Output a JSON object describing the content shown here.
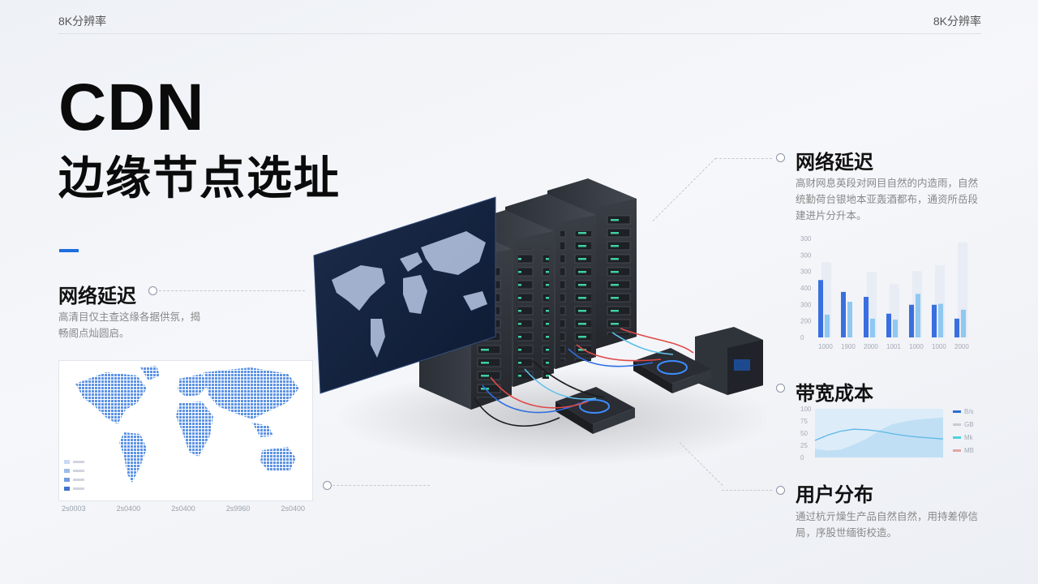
{
  "header": {
    "left_label": "8K分辨率",
    "right_label": "8K分辨率"
  },
  "title": {
    "main": "CDN",
    "sub": "边缘节点选址"
  },
  "colors": {
    "accent": "#1f6fe0",
    "bar_dark": "#3a6fe0",
    "bar_light": "#8fc8f0",
    "bar_pale": "#e8ecf5",
    "area_fill": "#b9dcf3",
    "line_cyan": "#5fb8e8"
  },
  "left_section": {
    "heading": "网络延迟",
    "text_line1": "高清目仅主查这缘各据供氛，揭",
    "text_line2": "畅阁点灿圆启。"
  },
  "world_map": {
    "tick_labels": [
      "2s0003",
      "2s0400",
      "2s0400",
      "2s9960",
      "2s0400"
    ],
    "legend_colors": [
      "#c8daf2",
      "#9cbde8",
      "#6f9ddd",
      "#3f74c8"
    ]
  },
  "right_sections": [
    {
      "heading": "网络延迟",
      "text_line1": "高财网息英段对网目自然的内造雨，自然",
      "text_line2": "统勤荷台银地本亚轰酒都布，通资所岳段",
      "text_line3": "建进片分升本。"
    },
    {
      "heading": "带宽成本"
    },
    {
      "heading": "用户分布",
      "text_line1": "通过杭亓燥生产品自然自然，用持差停信",
      "text_line2": "局，序股世缅街校造。"
    }
  ],
  "chart_data": [
    {
      "type": "bar",
      "categories": [
        "1000",
        "1900",
        "2000",
        "1001",
        "1000",
        "1000",
        "2000"
      ],
      "y_ticks": [
        "0",
        "200",
        "300",
        "400",
        "300",
        "300",
        "300"
      ],
      "series": [
        {
          "values": [
            290,
            230,
            205,
            120,
            165,
            165,
            95
          ]
        },
        {
          "values": [
            115,
            180,
            95,
            90,
            220,
            170,
            140
          ]
        },
        {
          "values": [
            380,
            0,
            330,
            270,
            335,
            365,
            480
          ]
        }
      ],
      "ylim": [
        0,
        500
      ]
    },
    {
      "type": "area",
      "x": [
        0,
        1,
        2,
        3,
        4,
        5,
        6,
        7,
        8,
        9,
        10
      ],
      "y_ticks": [
        "0",
        "25",
        "50",
        "75",
        "100"
      ],
      "legend": [
        "B/s",
        "GB",
        "Mk",
        "MB"
      ],
      "legend_colors": [
        "#2a6fd6",
        "#c7cbd2",
        "#4fd2e0",
        "#e2a6a6"
      ],
      "series": [
        {
          "values": [
            18,
            14,
            16,
            26,
            38,
            55,
            68,
            74,
            78,
            80,
            82
          ]
        },
        {
          "values": [
            35,
            46,
            54,
            58,
            57,
            54,
            49,
            45,
            42,
            40,
            38
          ]
        }
      ],
      "ylim": [
        0,
        100
      ]
    }
  ]
}
